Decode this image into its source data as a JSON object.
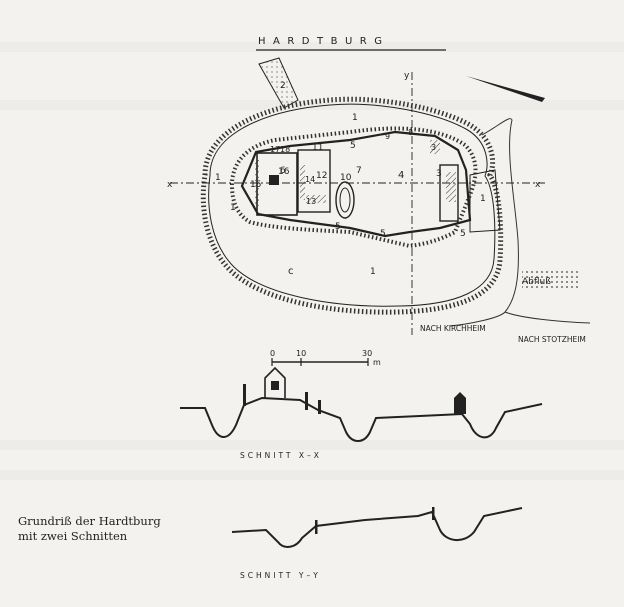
{
  "plan": {
    "title": "HARDTBURG",
    "section_marker_x": "x",
    "section_marker_y": "y",
    "numbers": [
      "1",
      "1",
      "1",
      "1",
      "1",
      "2",
      "3",
      "3",
      "4",
      "5",
      "5",
      "5",
      "5",
      "6",
      "7",
      "8",
      "9",
      "10",
      "11",
      "12",
      "13",
      "14",
      "15",
      "16",
      "17",
      "18"
    ],
    "label_c": "c",
    "label_abfluss": "Abfluß",
    "label_nach_kirchheim": "NACH KIRCHHEIM",
    "label_nach_stotzheim": "NACH STOTZHEIM",
    "scale": {
      "tick0": "0",
      "tick1": "10",
      "tick2": "30",
      "unit": "m"
    }
  },
  "sections": {
    "section1_label": "SCHNITT X–X",
    "section2_label": "SCHNITT Y–Y"
  },
  "caption": {
    "line1": "Grundriß der Hardtburg",
    "line2": "mit zwei Schnitten"
  }
}
